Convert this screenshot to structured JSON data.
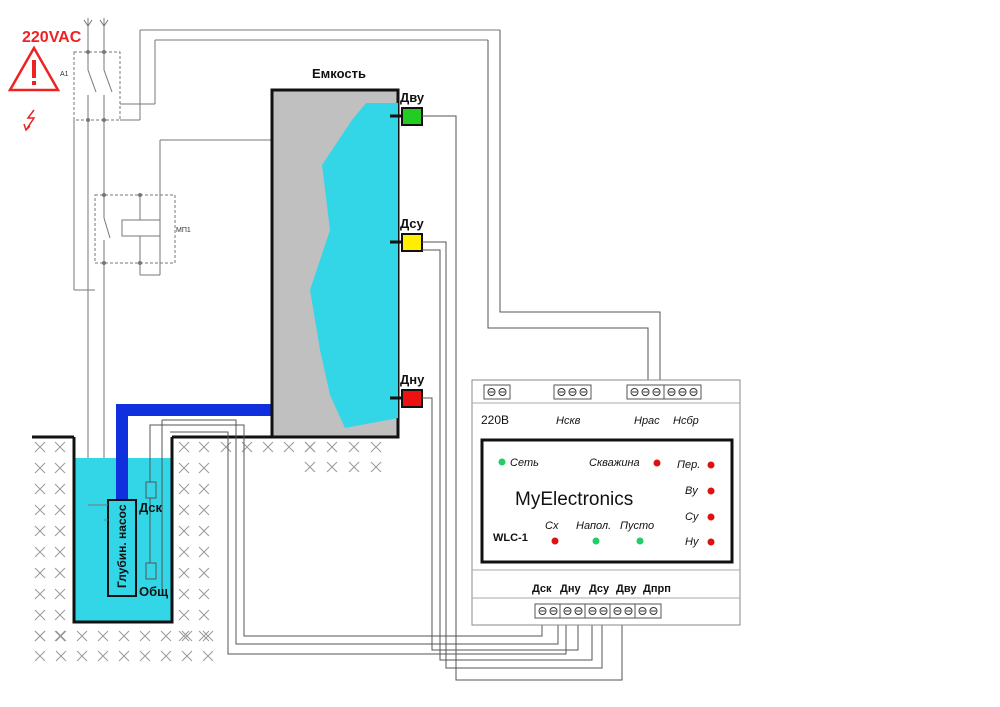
{
  "warning": {
    "voltage_label": "220VAC",
    "warning_icon": "warning-triangle-icon",
    "lightning_icon": "lightning-icon"
  },
  "schematic": {
    "breaker_label": "A1",
    "contactor_label": "МП1"
  },
  "tank": {
    "title": "Емкость",
    "sensors": [
      {
        "label": "Дву",
        "color": "#22cc22"
      },
      {
        "label": "Дсу",
        "color": "#ffee00"
      },
      {
        "label": "Дну",
        "color": "#ee1111"
      }
    ]
  },
  "well": {
    "pump_label": "Глубин. насос",
    "sensor_label": "Дск",
    "common_label": "Общ"
  },
  "controller": {
    "top_labels": [
      "220В",
      "Нскв",
      "Нрас",
      "Нсбр"
    ],
    "brand": "MyElectronics",
    "model": "WLC-1",
    "indicators": [
      {
        "label": "Сеть",
        "color": "#22cc66"
      },
      {
        "label": "Скважина",
        "color": "#dd1111"
      },
      {
        "label": "Сх",
        "color": "#dd1111"
      },
      {
        "label": "Напол.",
        "color": "#22cc66"
      },
      {
        "label": "Пусто",
        "color": "#22cc66"
      },
      {
        "label": "Пер.",
        "color": "#dd1111"
      },
      {
        "label": "Ву",
        "color": "#dd1111"
      },
      {
        "label": "Су",
        "color": "#dd1111"
      },
      {
        "label": "Ну",
        "color": "#dd1111"
      }
    ],
    "bottom_labels": [
      "Дск",
      "Дну",
      "Дсу",
      "Дву",
      "Дпрп"
    ]
  },
  "colors": {
    "water": "#33d6e6",
    "tank_fill": "#c0c0c0",
    "pipe": "#1030dd",
    "warning_red": "#ee2222"
  }
}
